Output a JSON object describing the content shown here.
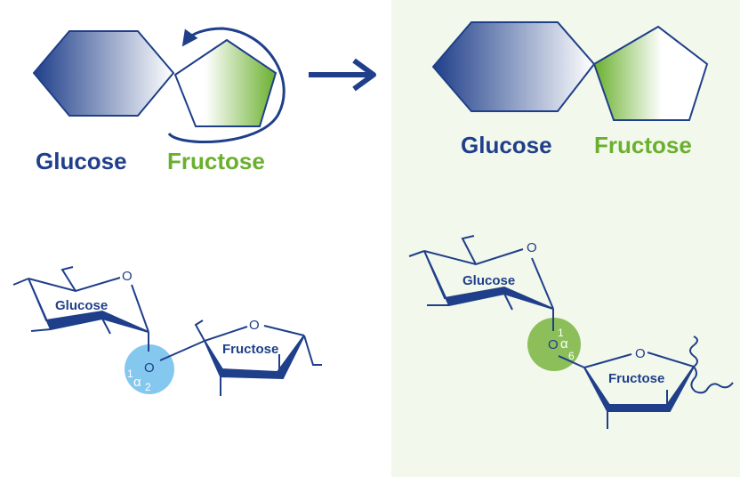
{
  "colors": {
    "blue": "#1f3f8a",
    "green": "#6ab02e",
    "right_bg": "#f3f8ec",
    "bond_circle_left": "#84c8ef",
    "bond_circle_right": "#8cbf5a"
  },
  "left": {
    "glucose": "Glucose",
    "fructose": "Fructose",
    "chair_glucose": "Glucose",
    "chair_fructose": "Fructose",
    "ring_o1": "O",
    "ring_o2": "O",
    "link_o": "O",
    "bond_pos1": "1",
    "bond_alpha": "α",
    "bond_pos2": "2"
  },
  "right": {
    "glucose": "Glucose",
    "fructose": "Fructose",
    "chair_glucose": "Glucose",
    "chair_fructose": "Fructose",
    "ring_o1": "O",
    "ring_o2": "O",
    "link_o": "O",
    "bond_pos1": "1",
    "bond_alpha": "α",
    "bond_pos2": "6"
  }
}
